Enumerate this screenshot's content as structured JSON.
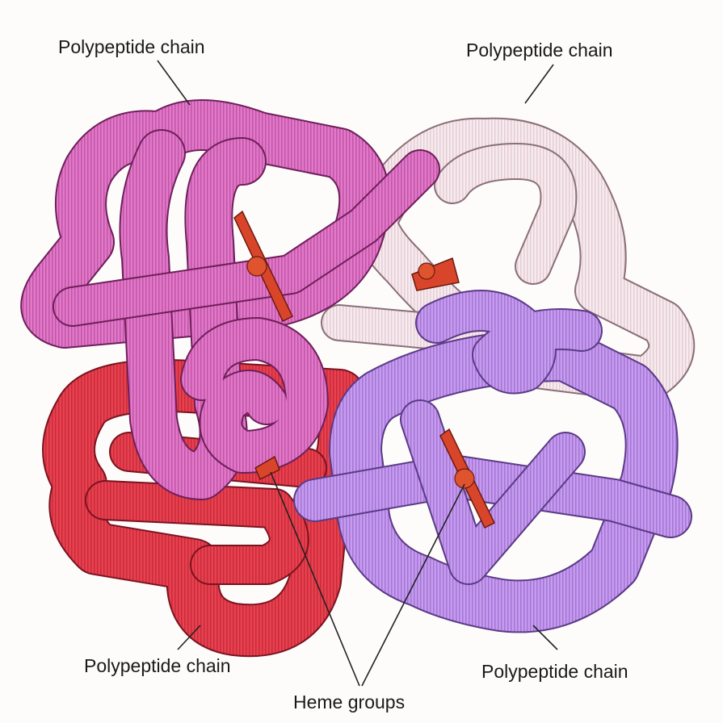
{
  "figure": {
    "labels": {
      "top_left": "Polypeptide chain",
      "top_right": "Polypeptide chain",
      "bottom_left": "Polypeptide chain",
      "bottom_right": "Polypeptide chain",
      "bottom_center": "Heme groups"
    },
    "colors": {
      "chain_red": "#e8414f",
      "chain_magenta": "#d96bc0",
      "chain_pale": "#f3e4ea",
      "chain_purple": "#b98ce6",
      "heme": "#d9452a"
    }
  }
}
